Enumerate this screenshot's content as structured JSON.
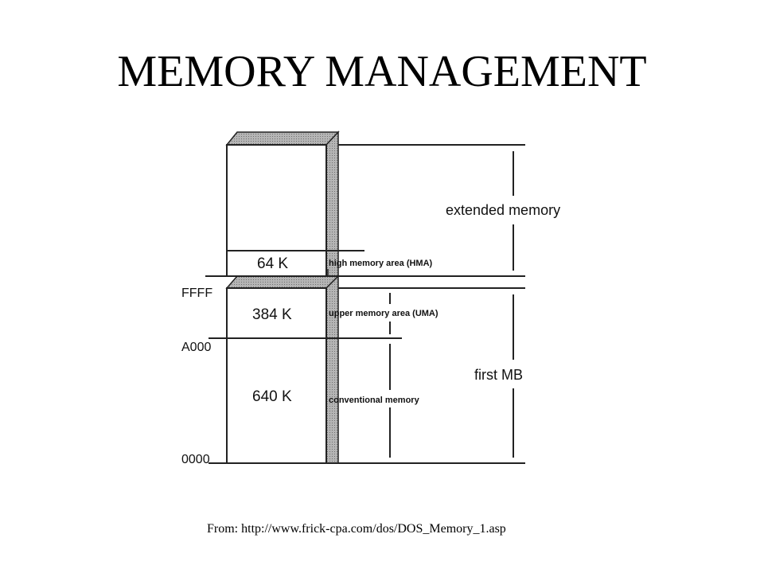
{
  "slide": {
    "title": "MEMORY MANAGEMENT",
    "source": "From: http://www.frick-cpa.com/dos/DOS_Memory_1.asp"
  },
  "diagram": {
    "sizes": {
      "hma": "64 K",
      "uma": "384 K",
      "conventional": "640 K"
    },
    "areas": {
      "hma": "high memory area (HMA)",
      "uma": "upper memory area (UMA)",
      "conventional": "conventional memory"
    },
    "addresses": {
      "top": "FFFF",
      "mid": "A000",
      "bottom": "0000"
    },
    "regions": {
      "extended": "extended memory",
      "first_mb": "first MB"
    },
    "colors": {
      "ink": "#222222",
      "shade": "#a8a8a8"
    }
  }
}
